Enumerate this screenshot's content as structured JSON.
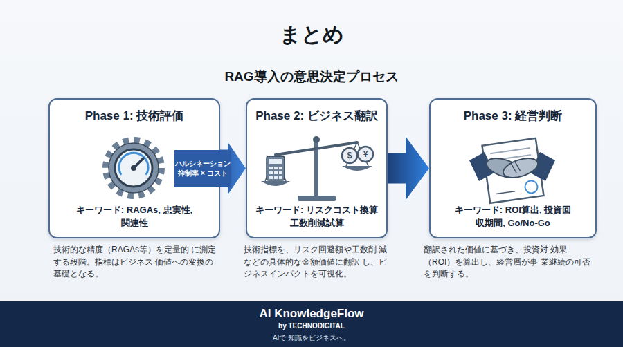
{
  "diagram": {
    "title": "まとめ",
    "nodes": [
      {
        "text": [
          "Phase 1: 技術評価",
          "キーワード: RAGAs, 忠実性, 関連性",
          "技術的な精度（RAGAs等）を定量的 に測定する段階。指標はビジネス 価値への変換の基礎となる。"
        ]
      },
      {
        "text": [
          "Phase 2: ビジネス翻訳",
          "キーワード: リスクコスト換算 工数削減試算",
          "技術指標を、リスク回避額や工数削 減などの具体的な金額価値に翻訳 し、ビジネスインパクトを可視化。"
        ]
      },
      {
        "text": [
          "Phase 3: 経営判断",
          "キーワード: ROI算出, 投資回収期間, Go/No-Go",
          "翻訳された価値に基づき、投資対 効果（ROI）を算出し、経営層が事 業継続の可否を判断する。"
        ]
      },
      {
        "text": [
          "AI KnowledgeFlow",
          "by TECHNODIGITAL",
          "AIで 知識をビジネスへ。"
        ]
      }
    ],
    "edges": [
      {
        "from": 0,
        "to": 1,
        "arrow": "to",
        "label": "ハルシネーション 抑制率 × コスト"
      },
      {
        "from": 1,
        "to": 2,
        "arrow": "to"
      }
    ],
    "labels": [
      "RAG導入の意思決定プロセス",
      "$",
      "¥"
    ]
  }
}
